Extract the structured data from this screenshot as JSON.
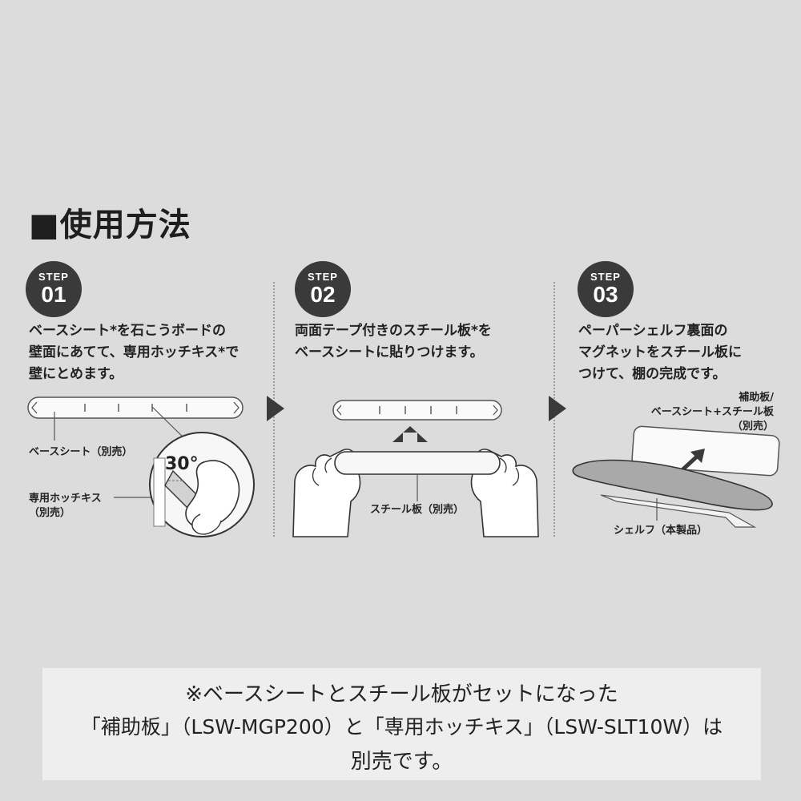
{
  "title": "■使用方法",
  "steps": [
    {
      "label": "STEP",
      "number": "01",
      "description": "ベースシート*を石こうボードの\n壁面にあてて、専用ホッチキス*で\n壁にとめます。",
      "callouts": {
        "base_sheet": "ベースシート（別売）",
        "stapler": "専用ホッチキス\n（別売）",
        "angle": "30°"
      }
    },
    {
      "label": "STEP",
      "number": "02",
      "description": "両面テープ付きのスチール板*を\nベースシートに貼りつけます。",
      "callouts": {
        "steel_plate": "スチール板（別売）"
      }
    },
    {
      "label": "STEP",
      "number": "03",
      "description": "ペーパーシェルフ裏面の\nマグネットをスチール板に\nつけて、棚の完成です。",
      "callouts": {
        "plate": "補助板/\nベースシート+スチール板\n（別売）",
        "shelf": "シェルフ（本製品）"
      }
    }
  ],
  "note": {
    "line1": "※ベースシートとスチール板がセットになった",
    "line2": "「補助板」（LSW-MGP200）と「専用ホッチキス」（LSW-SLT10W）は",
    "line3": "別売です。"
  },
  "colors": {
    "background": "#dcdcdc",
    "badge": "#3a3a3a",
    "note_box": "#eeeeee"
  }
}
